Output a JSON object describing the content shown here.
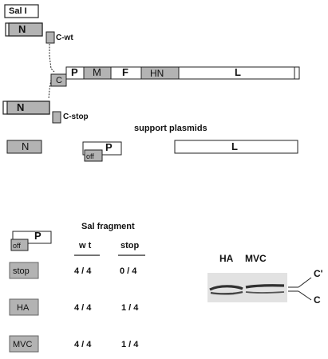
{
  "construct": {
    "restriction_site": "Sal I",
    "genes": {
      "N": "N",
      "C": "C",
      "P": "P",
      "M": "M",
      "F": "F",
      "HN": "HN",
      "L": "L"
    },
    "c_wt_label": "C-wt",
    "c_stop_label": "C-stop"
  },
  "support_plasmids": {
    "title": "support  plasmids",
    "N": "N",
    "P": "P",
    "off": "off",
    "L": "L"
  },
  "assay_table": {
    "title": "Sal  fragment",
    "columns": [
      "w t",
      "stop"
    ],
    "p_label": "P",
    "off_label": "off",
    "rows": [
      {
        "name": "stop",
        "wt": "4 / 4",
        "stop": "0 / 4"
      },
      {
        "name": "HA",
        "wt": "4 / 4",
        "stop": "1 / 4"
      },
      {
        "name": "MVC",
        "wt": "4 / 4",
        "stop": "1 / 4"
      }
    ]
  },
  "blot": {
    "lane_labels": [
      "HA",
      "MVC"
    ],
    "band_labels": [
      "C'",
      "C"
    ]
  },
  "colors": {
    "gray_box": "#b3b3b3",
    "outline": "#222222",
    "blot_bg": "#e2e2e2",
    "band": "#303030"
  }
}
